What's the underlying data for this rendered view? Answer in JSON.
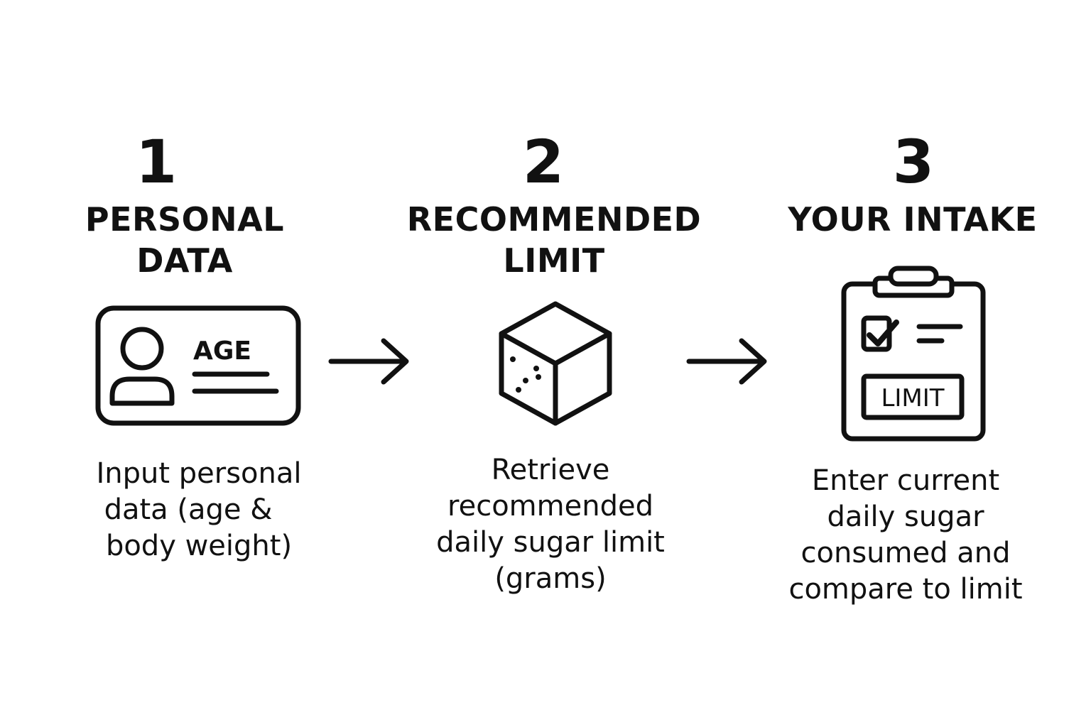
{
  "steps": [
    {
      "number": "1",
      "title_lines": [
        "PERSONAL",
        "DATA"
      ],
      "icon": "id-card-icon",
      "icon_label": "AGE",
      "description_lines": [
        "Input personal",
        "data (age &",
        "body weight)"
      ]
    },
    {
      "number": "2",
      "title_lines": [
        "RECOMMENDED",
        "LIMIT"
      ],
      "icon": "sugar-cube-icon",
      "description_lines": [
        "Retrieve",
        "recommended",
        "daily sugar limit",
        "(grams)"
      ]
    },
    {
      "number": "3",
      "title_lines": [
        "YOUR INTAKE"
      ],
      "icon": "clipboard-checklist-icon",
      "icon_label": "LIMIT",
      "description_lines": [
        "Enter current",
        "daily sugar",
        "consumed and",
        "compare to limit"
      ]
    }
  ],
  "connectors": [
    "arrow-right-icon",
    "arrow-right-icon"
  ],
  "colors": {
    "ink": "#111111",
    "background": "#ffffff"
  }
}
